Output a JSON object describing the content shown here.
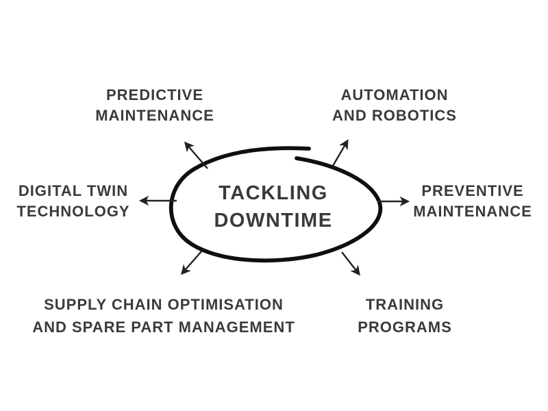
{
  "diagram": {
    "title": {
      "line1": "TACKLING",
      "line2": "DOWNTIME"
    },
    "nodes": [
      {
        "id": "predictive-maintenance",
        "line1": "PREDICTIVE",
        "line2": "MAINTENANCE"
      },
      {
        "id": "automation-and-robotics",
        "line1": "AUTOMATION",
        "line2": "AND ROBOTICS"
      },
      {
        "id": "digital-twin-technology",
        "line1": "DIGITAL TWIN",
        "line2": "TECHNOLOGY"
      },
      {
        "id": "preventive-maintenance",
        "line1": "PREVENTIVE",
        "line2": "MAINTENANCE"
      },
      {
        "id": "supply-chain-optimisation",
        "line1": "SUPPLY CHAIN OPTIMISATION",
        "line2": "AND SPARE PART MANAGEMENT"
      },
      {
        "id": "training-programs",
        "line1": "TRAINING",
        "line2": "PROGRAMS"
      }
    ],
    "colors": {
      "background": "#ffffff",
      "text": "#3a3a3a",
      "ellipse_stroke": "#0f0f0f",
      "arrow": "#222222"
    }
  }
}
